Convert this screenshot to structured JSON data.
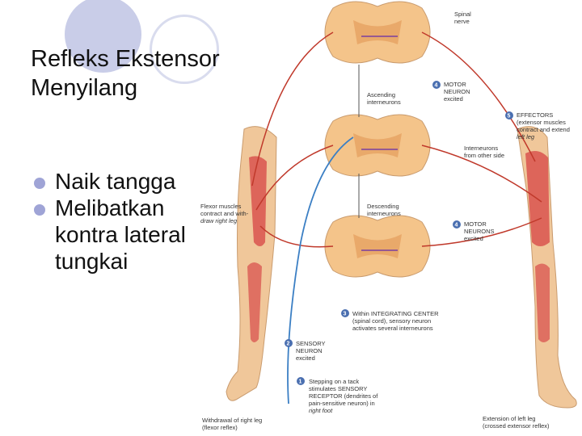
{
  "slide": {
    "title_lines": [
      "Refleks Ekstensor",
      "Menyilang"
    ],
    "bullets": [
      {
        "text": "Naik tangga"
      },
      {
        "text": "Melibatkan",
        "continuation": [
          "kontra lateral",
          "tungkai"
        ]
      }
    ]
  },
  "figure": {
    "labels": {
      "spinal_nerve": [
        "Spinal",
        "nerve"
      ],
      "ascending": [
        "Ascending",
        "interneurons"
      ],
      "motor_excited_top": [
        "MOTOR",
        "NEURON",
        "excited"
      ],
      "effectors": [
        "EFFECTORS",
        "(extensor muscles",
        "contract and extend",
        "left leg"
      ],
      "interneurons_other": [
        "Interneurons",
        "from other side"
      ],
      "flexor": [
        "Flexor muscles",
        "contract and with-",
        "draw right leg"
      ],
      "descending": [
        "Descending",
        "interneurons"
      ],
      "motor_excited_bottom": [
        "MOTOR",
        "NEURONS",
        "excited"
      ],
      "integrating": [
        "Within INTEGRATING CENTER",
        "(spinal cord), sensory neuron",
        "activates several interneurons"
      ],
      "sensory": [
        "SENSORY",
        "NEURON",
        "excited"
      ],
      "stepping": [
        "Stepping on a tack",
        "stimulates SENSORY",
        "RECEPTOR (dendrites of",
        "pain-sensitive neuron) in",
        "right foot"
      ],
      "withdrawal": [
        "Withdrawal of right leg",
        "(flexor reflex)"
      ],
      "extension": [
        "Extension of left leg",
        "(crossed extensor reflex)"
      ]
    },
    "step_numbers": [
      "1",
      "2",
      "3",
      "4",
      "4",
      "5"
    ],
    "colors": {
      "skin": "#f0c79a",
      "muscle": "#d9534f",
      "spinal": "#f4c48a",
      "nerve_red": "#c0392b",
      "nerve_blue": "#3b7fc4",
      "interneuron": "#7b3fa0"
    }
  }
}
